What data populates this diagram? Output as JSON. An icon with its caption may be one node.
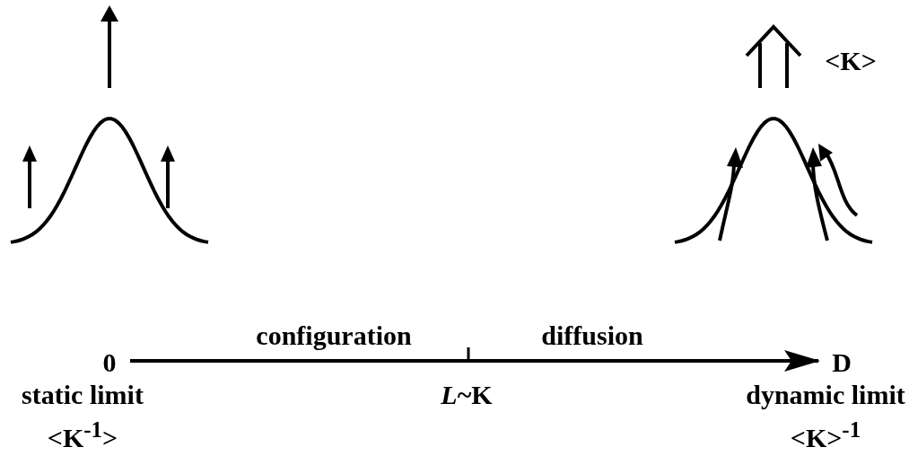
{
  "diagram": {
    "labels": [
      "<K>",
      "configuration",
      "diffusion",
      "0",
      "D",
      "static limit",
      "*L*~K",
      "dynamic limit",
      "<K$^{-1}$>",
      "<K>$^{-1}$"
    ]
  }
}
